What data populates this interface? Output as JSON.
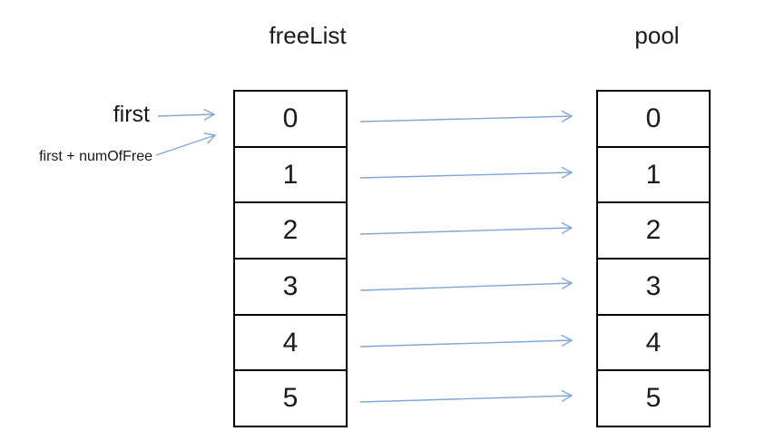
{
  "titles": {
    "freelist": "freeList",
    "pool": "pool"
  },
  "labels": {
    "first": "first",
    "first_plus_numOfFree": "first + numOfFree"
  },
  "freelist": {
    "cells": [
      "0",
      "1",
      "2",
      "3",
      "4",
      "5"
    ]
  },
  "pool": {
    "cells": [
      "0",
      "1",
      "2",
      "3",
      "4",
      "5"
    ]
  },
  "colors": {
    "arrow": "#7FA8D9",
    "box_border": "#000000",
    "text": "#1A1A1A",
    "background": "#FFFFFF"
  }
}
